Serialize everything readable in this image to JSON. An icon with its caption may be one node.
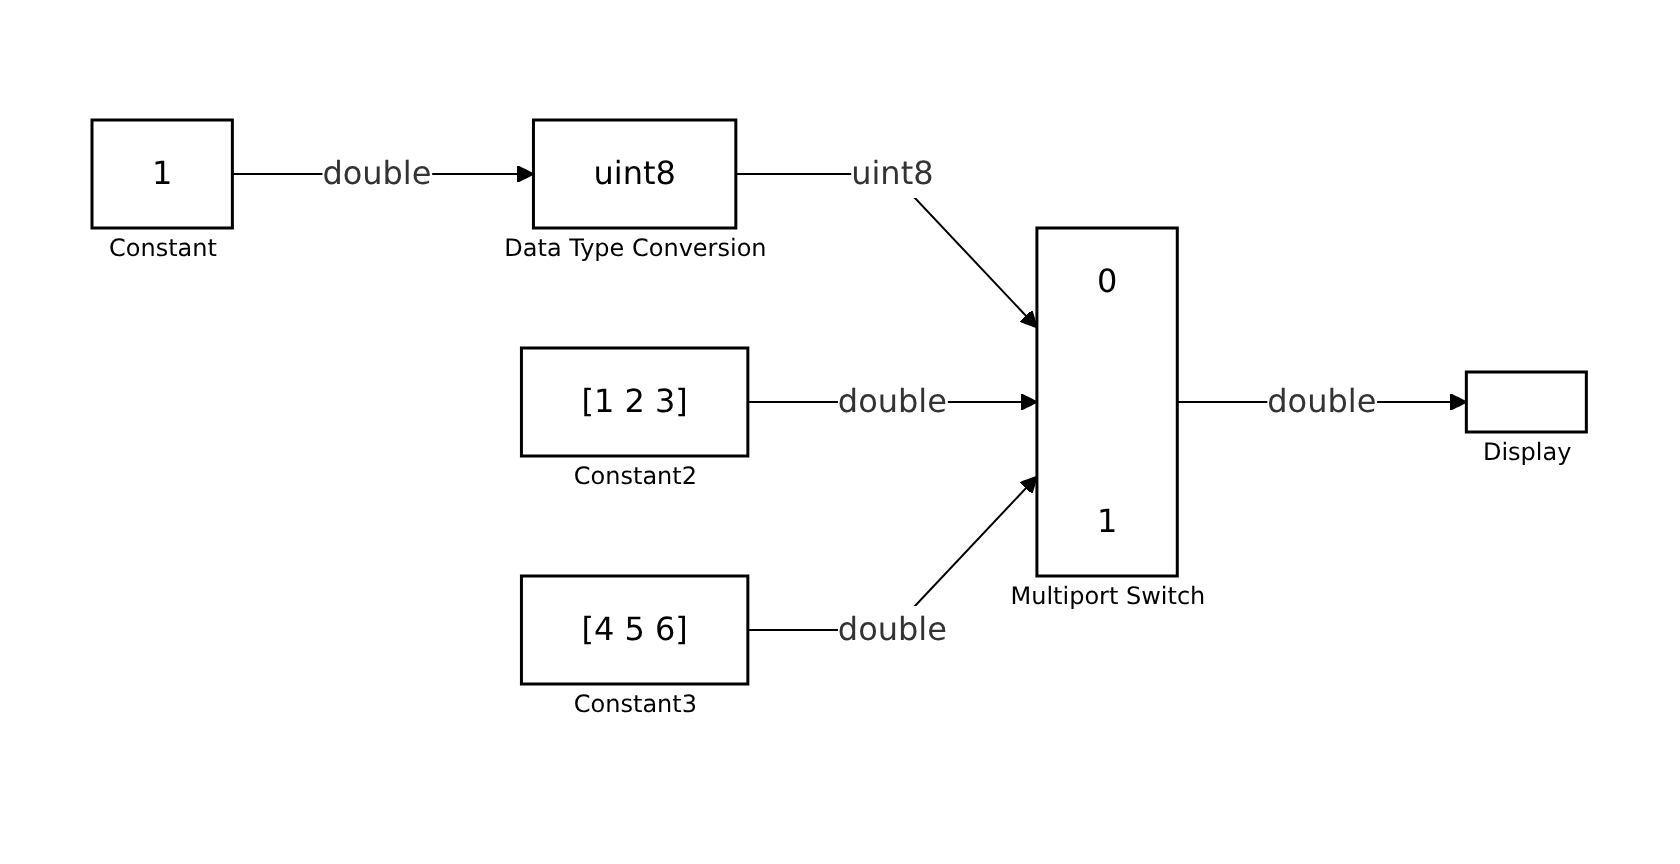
{
  "diagram": {
    "nodes": [
      {
        "text": [
          "1"
        ],
        "beside": [
          "Constant"
        ]
      },
      {
        "text": [
          "uint8"
        ],
        "beside": [
          "Data Type Conversion"
        ]
      },
      {
        "text": [
          "[1 2 3]"
        ],
        "beside": [
          "Constant2"
        ]
      },
      {
        "text": [
          "[4 5 6]"
        ],
        "beside": [
          "Constant3"
        ]
      },
      {
        "text": [
          "0",
          "1"
        ],
        "beside": [
          "Multiport Switch"
        ]
      },
      {
        "text": [],
        "shape": "box",
        "beside": [
          "Display"
        ]
      }
    ],
    "edges": [
      {
        "from": 0,
        "to": 1,
        "arrow": "to",
        "label": "double"
      },
      {
        "from": 1,
        "to": 4,
        "arrow": "to",
        "label": "uint8"
      },
      {
        "from": 2,
        "to": 4,
        "arrow": "to",
        "label": "double"
      },
      {
        "from": 3,
        "to": 4,
        "arrow": "to",
        "label": "double"
      },
      {
        "from": 4,
        "to": 5,
        "arrow": "to",
        "label": "double"
      }
    ]
  }
}
